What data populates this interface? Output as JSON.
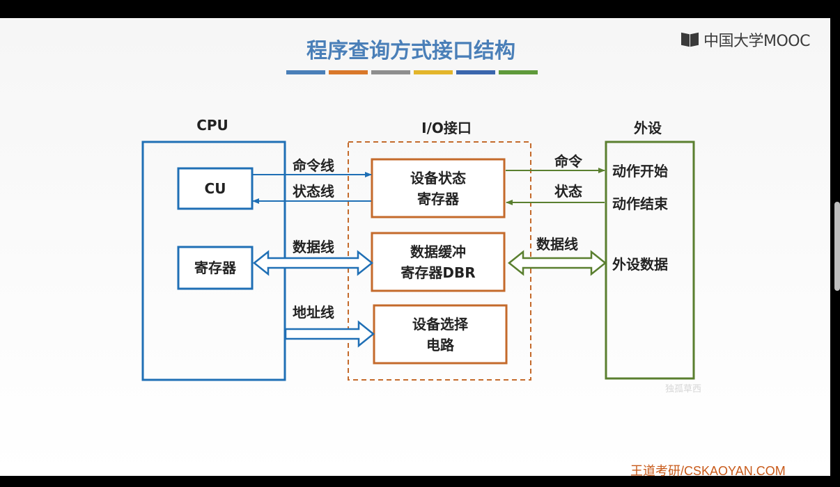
{
  "slide": {
    "title": "程序查询方式接口结构",
    "logo_text": "中国大学MOOC",
    "footer": "王道考研/CSKAOYAN.COM",
    "watermark": "独孤草西",
    "title_stripes": [
      "#4a7fb8",
      "#d9782a",
      "#8e8e8e",
      "#e3b52b",
      "#3b66ad",
      "#5f9a3b"
    ]
  },
  "diagram": {
    "sections": {
      "cpu": "CPU",
      "io": "I/O接口",
      "device": "外设"
    },
    "cpu_boxes": {
      "cu": "CU",
      "register": "寄存器"
    },
    "io_boxes": {
      "status_register": [
        "设备状态",
        "寄存器"
      ],
      "data_buffer": [
        "数据缓冲",
        "寄存器DBR"
      ],
      "device_select": [
        "设备选择",
        "电路"
      ]
    },
    "device_texts": {
      "action_start": "动作开始",
      "action_end": "动作结束",
      "device_data": "外设数据"
    },
    "links": {
      "command_line": "命令线",
      "status_line": "状态线",
      "data_line": "数据线",
      "address_line": "地址线",
      "command": "命令",
      "status": "状态",
      "device_data_line": "数据线"
    },
    "colors": {
      "cpu": "#1f6fb5",
      "io": "#c46a2b",
      "device": "#5a7f2f"
    }
  }
}
